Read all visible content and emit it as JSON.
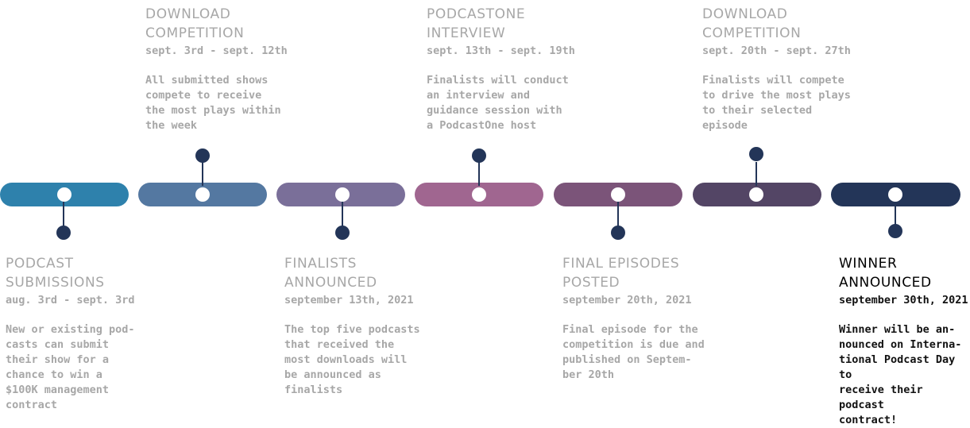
{
  "milestones": [
    {
      "title": "PODCAST\nSUBMISSIONS",
      "dates": "aug. 3rd - sept. 3rd",
      "description": "New or existing pod-\ncasts can submit\ntheir show for a\nchance to win a\n$100K management\ncontract",
      "color": "#2e81ac",
      "position": "below"
    },
    {
      "title": "DOWNLOAD\nCOMPETITION",
      "dates": "sept. 3rd - sept. 12th",
      "description": "All submitted shows\ncompete to receive\nthe most plays within\nthe week",
      "color": "#5478a1",
      "position": "above"
    },
    {
      "title": "FINALISTS\nANNOUNCED",
      "dates": "september 13th, 2021",
      "description": "The top five podcasts\nthat received the\nmost downloads will\nbe announced as\nfinalists",
      "color": "#7a6f99",
      "position": "below"
    },
    {
      "title": "PODCASTONE\nINTERVIEW",
      "dates": "sept. 13th - sept. 19th",
      "description": "Finalists will conduct\nan interview and\nguidance session with\na PodcastOne host",
      "color": "#a06690",
      "position": "above"
    },
    {
      "title": "FINAL EPISODES\nPOSTED",
      "dates": "september 20th, 2021",
      "description": "Final episode for the\ncompetition is due and\npublished on Septem-\nber 20th",
      "color": "#7b5479",
      "position": "below"
    },
    {
      "title": "DOWNLOAD\nCOMPETITION",
      "dates": "sept. 20th - sept. 27th",
      "description": "Finalists will compete\nto drive the most plays\nto their selected\nepisode",
      "color": "#534565",
      "position": "above"
    },
    {
      "title": "WINNER\nANNOUNCED",
      "dates": "september 30th, 2021",
      "description": "Winner will be an-\nnounced on Interna-\ntional Podcast Day to\nreceive their podcast\ncontract!",
      "color": "#233558",
      "position": "below"
    }
  ],
  "connector_color": "#233558",
  "text_color_muted": "#a7a7a7",
  "text_color_highlight": "#000000"
}
